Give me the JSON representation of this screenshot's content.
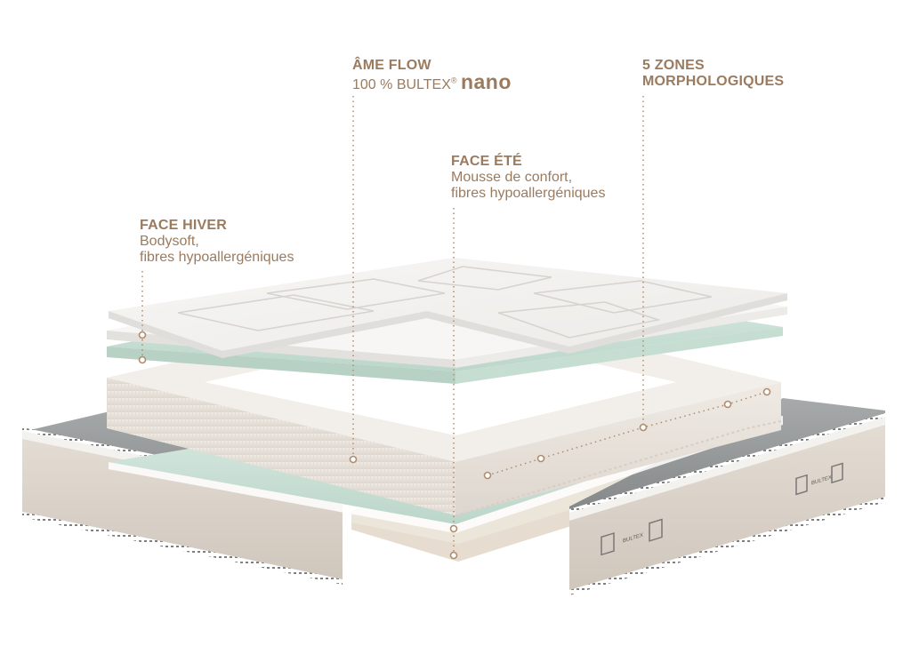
{
  "labels": {
    "ame_flow": {
      "title": "ÂME FLOW",
      "line_prefix": "100 % BULTEX",
      "registered": "®",
      "nano": "nano"
    },
    "zones": {
      "title_line1": "5 ZONES",
      "title_line2": "MORPHOLOGIQUES"
    },
    "face_ete": {
      "title": "FACE ÉTÉ",
      "line1": "Mousse de confort,",
      "line2": "fibres hypoallergéniques"
    },
    "face_hiver": {
      "title": "FACE HIVER",
      "line1": "Bodysoft,",
      "line2": "fibres hypoallergéniques"
    }
  },
  "brand_tags": [
    "BULTEX",
    "BULTEX"
  ],
  "colors": {
    "label_brown": "#9a7b5f",
    "foam_white": "#f3f1ee",
    "mint_layer": "#cfe4da",
    "beige_core": "#e9e4de",
    "fabric_taupe": "#d8d1c8",
    "inner_grey": "#8e9091"
  }
}
